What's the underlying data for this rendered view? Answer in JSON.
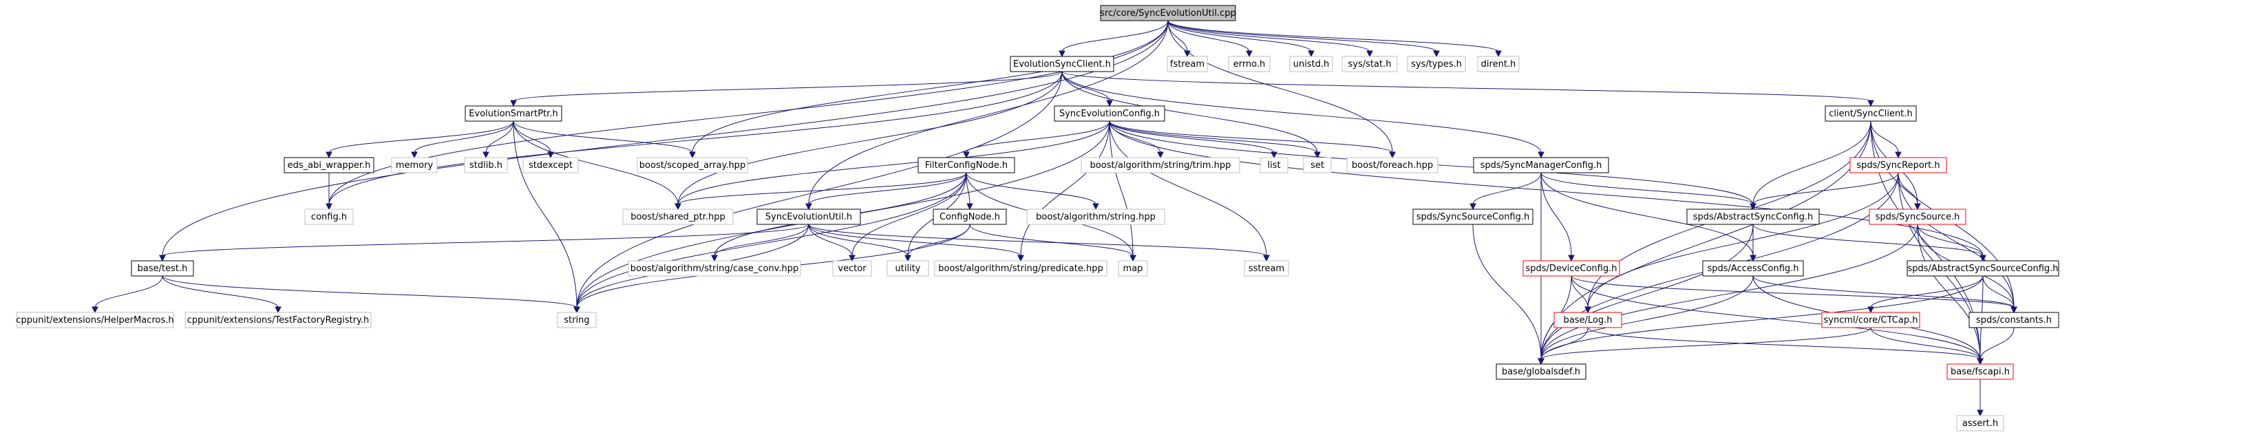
{
  "diagram": {
    "type": "include-dependency-graph",
    "colors": {
      "root_fill": "#bfbfbf",
      "node_fill": "#ffffff",
      "border_normal": "#000000",
      "border_missing": "#bfbfbf",
      "border_truncated": "#ff0000",
      "edge": "#191970"
    },
    "nodes": [
      {
        "id": "root",
        "label": "src/core/SyncEvolutionUtil.cpp",
        "kind": "root"
      },
      {
        "id": "esc",
        "label": "EvolutionSyncClient.h",
        "kind": "normal"
      },
      {
        "id": "fstream",
        "label": "fstream",
        "kind": "missing"
      },
      {
        "id": "errno",
        "label": "errno.h",
        "kind": "missing"
      },
      {
        "id": "unistd",
        "label": "unistd.h",
        "kind": "missing"
      },
      {
        "id": "sysstat",
        "label": "sys/stat.h",
        "kind": "missing"
      },
      {
        "id": "systypes",
        "label": "sys/types.h",
        "kind": "missing"
      },
      {
        "id": "dirent",
        "label": "dirent.h",
        "kind": "missing"
      },
      {
        "id": "esp",
        "label": "EvolutionSmartPtr.h",
        "kind": "normal"
      },
      {
        "id": "secfg",
        "label": "SyncEvolutionConfig.h",
        "kind": "normal"
      },
      {
        "id": "clientsc",
        "label": "client/SyncClient.h",
        "kind": "normal"
      },
      {
        "id": "eds",
        "label": "eds_abi_wrapper.h",
        "kind": "normal"
      },
      {
        "id": "memory",
        "label": "memory",
        "kind": "missing"
      },
      {
        "id": "stdlib",
        "label": "stdlib.h",
        "kind": "missing"
      },
      {
        "id": "stdexcept",
        "label": "stdexcept",
        "kind": "missing"
      },
      {
        "id": "scoped",
        "label": "boost/scoped_array.hpp",
        "kind": "missing"
      },
      {
        "id": "trim",
        "label": "boost/algorithm/string/trim.hpp",
        "kind": "missing"
      },
      {
        "id": "list",
        "label": "list",
        "kind": "missing"
      },
      {
        "id": "set",
        "label": "set",
        "kind": "missing"
      },
      {
        "id": "foreach",
        "label": "boost/foreach.hpp",
        "kind": "missing"
      },
      {
        "id": "smc",
        "label": "spds/SyncManagerConfig.h",
        "kind": "normal"
      },
      {
        "id": "sreport",
        "label": "spds/SyncReport.h",
        "kind": "truncated"
      },
      {
        "id": "config",
        "label": "config.h",
        "kind": "missing"
      },
      {
        "id": "fcn",
        "label": "FilterConfigNode.h",
        "kind": "normal"
      },
      {
        "id": "shared",
        "label": "boost/shared_ptr.hpp",
        "kind": "missing"
      },
      {
        "id": "ssc",
        "label": "spds/SyncSourceConfig.h",
        "kind": "normal"
      },
      {
        "id": "asc",
        "label": "spds/AbstractSyncConfig.h",
        "kind": "normal"
      },
      {
        "id": "ssource",
        "label": "spds/SyncSource.h",
        "kind": "truncated"
      },
      {
        "id": "seu",
        "label": "SyncEvolutionUtil.h",
        "kind": "normal"
      },
      {
        "id": "cnode",
        "label": "ConfigNode.h",
        "kind": "normal"
      },
      {
        "id": "algstr",
        "label": "boost/algorithm/string.hpp",
        "kind": "missing"
      },
      {
        "id": "test",
        "label": "base/test.h",
        "kind": "normal"
      },
      {
        "id": "caseconv",
        "label": "boost/algorithm/string/case_conv.hpp",
        "kind": "missing"
      },
      {
        "id": "vector",
        "label": "vector",
        "kind": "missing"
      },
      {
        "id": "utility",
        "label": "utility",
        "kind": "missing"
      },
      {
        "id": "predicate",
        "label": "boost/algorithm/string/predicate.hpp",
        "kind": "missing"
      },
      {
        "id": "map",
        "label": "map",
        "kind": "missing"
      },
      {
        "id": "sstream",
        "label": "sstream",
        "kind": "missing"
      },
      {
        "id": "devcfg",
        "label": "spds/DeviceConfig.h",
        "kind": "truncated"
      },
      {
        "id": "acccfg",
        "label": "spds/AccessConfig.h",
        "kind": "normal"
      },
      {
        "id": "absscfg",
        "label": "spds/AbstractSyncSourceConfig.h",
        "kind": "normal"
      },
      {
        "id": "helper",
        "label": "cppunit/extensions/HelperMacros.h",
        "kind": "missing"
      },
      {
        "id": "tfr",
        "label": "cppunit/extensions/TestFactoryRegistry.h",
        "kind": "missing"
      },
      {
        "id": "string",
        "label": "string",
        "kind": "missing"
      },
      {
        "id": "log",
        "label": "base/Log.h",
        "kind": "truncated"
      },
      {
        "id": "ctcap",
        "label": "syncml/core/CTCap.h",
        "kind": "truncated"
      },
      {
        "id": "consts",
        "label": "spds/constants.h",
        "kind": "normal"
      },
      {
        "id": "globals",
        "label": "base/globalsdef.h",
        "kind": "normal"
      },
      {
        "id": "fscapi",
        "label": "base/fscapi.h",
        "kind": "truncated"
      },
      {
        "id": "assert",
        "label": "assert.h",
        "kind": "missing"
      }
    ],
    "edges": [
      [
        "root",
        "esc"
      ],
      [
        "root",
        "fstream"
      ],
      [
        "root",
        "errno"
      ],
      [
        "root",
        "unistd"
      ],
      [
        "root",
        "sysstat"
      ],
      [
        "root",
        "systypes"
      ],
      [
        "root",
        "dirent"
      ],
      [
        "root",
        "scoped"
      ],
      [
        "root",
        "seu"
      ],
      [
        "root",
        "test"
      ],
      [
        "root",
        "config"
      ],
      [
        "root",
        "foreach"
      ],
      [
        "esc",
        "esp"
      ],
      [
        "esc",
        "secfg"
      ],
      [
        "esc",
        "clientsc"
      ],
      [
        "esc",
        "smc"
      ],
      [
        "esc",
        "set"
      ],
      [
        "esc",
        "string"
      ],
      [
        "esc",
        "shared"
      ],
      [
        "esc",
        "config"
      ],
      [
        "esp",
        "eds"
      ],
      [
        "esp",
        "memory"
      ],
      [
        "esp",
        "stdlib"
      ],
      [
        "esp",
        "stdexcept"
      ],
      [
        "esp",
        "scoped"
      ],
      [
        "esp",
        "shared"
      ],
      [
        "esp",
        "string"
      ],
      [
        "eds",
        "config"
      ],
      [
        "secfg",
        "fcn"
      ],
      [
        "secfg",
        "shared"
      ],
      [
        "secfg",
        "trim"
      ],
      [
        "secfg",
        "list"
      ],
      [
        "secfg",
        "set"
      ],
      [
        "secfg",
        "foreach"
      ],
      [
        "secfg",
        "asc"
      ],
      [
        "secfg",
        "absscfg"
      ],
      [
        "secfg",
        "string"
      ],
      [
        "secfg",
        "map"
      ],
      [
        "secfg",
        "sstream"
      ],
      [
        "secfg",
        "predicate"
      ],
      [
        "fcn",
        "shared"
      ],
      [
        "fcn",
        "seu"
      ],
      [
        "fcn",
        "cnode"
      ],
      [
        "fcn",
        "algstr"
      ],
      [
        "fcn",
        "vector"
      ],
      [
        "fcn",
        "utility"
      ],
      [
        "fcn",
        "map"
      ],
      [
        "fcn",
        "string"
      ],
      [
        "fcn",
        "caseconv"
      ],
      [
        "cnode",
        "utility"
      ],
      [
        "cnode",
        "map"
      ],
      [
        "cnode",
        "string"
      ],
      [
        "seu",
        "test"
      ],
      [
        "seu",
        "caseconv"
      ],
      [
        "seu",
        "vector"
      ],
      [
        "seu",
        "utility"
      ],
      [
        "seu",
        "predicate"
      ],
      [
        "seu",
        "sstream"
      ],
      [
        "seu",
        "string"
      ],
      [
        "test",
        "helper"
      ],
      [
        "test",
        "tfr"
      ],
      [
        "test",
        "string"
      ],
      [
        "clientsc",
        "sreport"
      ],
      [
        "clientsc",
        "asc"
      ],
      [
        "clientsc",
        "ssource"
      ],
      [
        "clientsc",
        "log"
      ],
      [
        "clientsc",
        "consts"
      ],
      [
        "clientsc",
        "fscapi"
      ],
      [
        "clientsc",
        "globals"
      ],
      [
        "smc",
        "ssc"
      ],
      [
        "smc",
        "asc"
      ],
      [
        "smc",
        "devcfg"
      ],
      [
        "smc",
        "acccfg"
      ],
      [
        "smc",
        "globals"
      ],
      [
        "ssc",
        "globals"
      ],
      [
        "sreport",
        "asc"
      ],
      [
        "sreport",
        "ssource"
      ],
      [
        "sreport",
        "consts"
      ],
      [
        "sreport",
        "log"
      ],
      [
        "sreport",
        "fscapi"
      ],
      [
        "sreport",
        "globals"
      ],
      [
        "asc",
        "acccfg"
      ],
      [
        "asc",
        "absscfg"
      ],
      [
        "asc",
        "globals"
      ],
      [
        "ssource",
        "absscfg"
      ],
      [
        "ssource",
        "consts"
      ],
      [
        "ssource",
        "fscapi"
      ],
      [
        "ssource",
        "globals"
      ],
      [
        "devcfg",
        "log"
      ],
      [
        "devcfg",
        "consts"
      ],
      [
        "devcfg",
        "fscapi"
      ],
      [
        "devcfg",
        "globals"
      ],
      [
        "acccfg",
        "consts"
      ],
      [
        "acccfg",
        "fscapi"
      ],
      [
        "acccfg",
        "globals"
      ],
      [
        "absscfg",
        "ctcap"
      ],
      [
        "absscfg",
        "consts"
      ],
      [
        "absscfg",
        "fscapi"
      ],
      [
        "absscfg",
        "globals"
      ],
      [
        "ctcap",
        "fscapi"
      ],
      [
        "ctcap",
        "globals"
      ],
      [
        "log",
        "fscapi"
      ],
      [
        "log",
        "globals"
      ],
      [
        "consts",
        "fscapi"
      ],
      [
        "fscapi",
        "assert"
      ]
    ]
  }
}
